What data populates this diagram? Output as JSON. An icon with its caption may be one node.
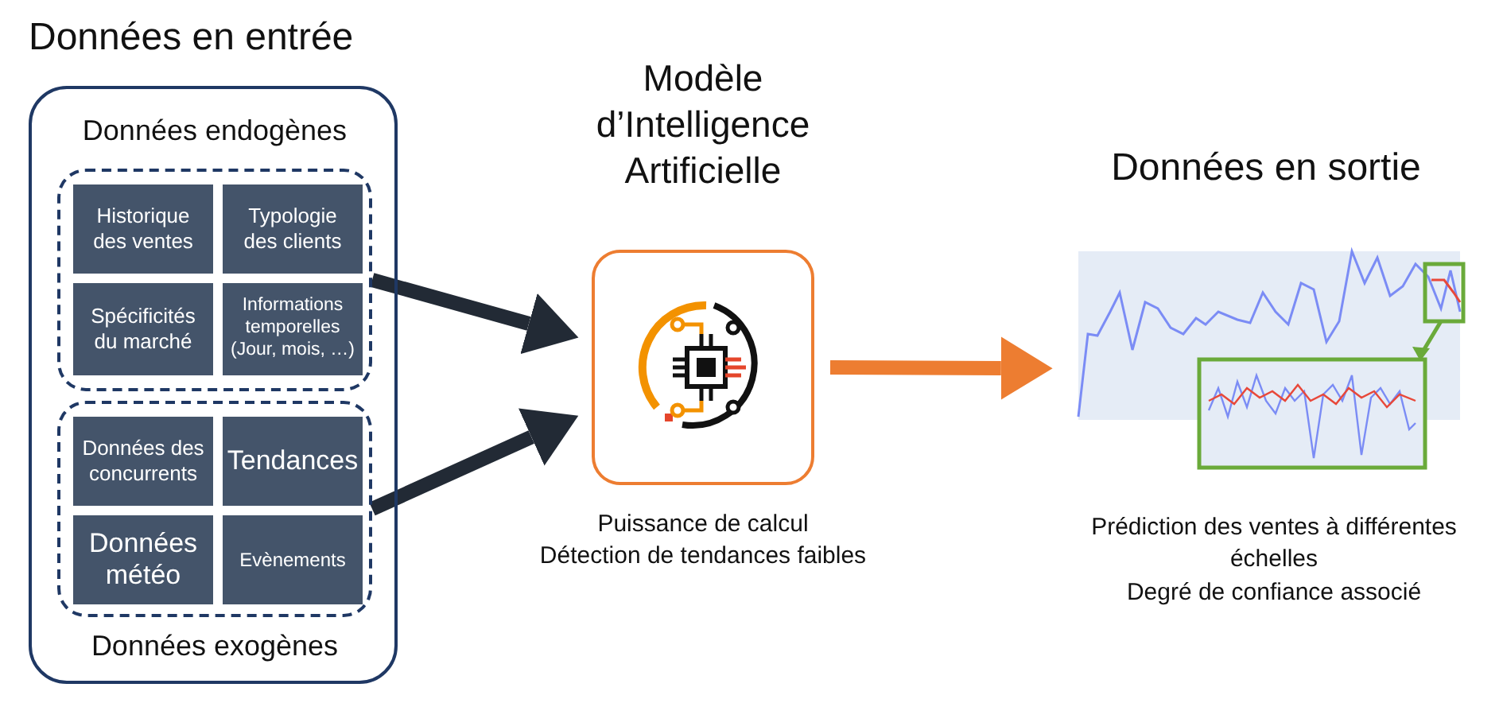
{
  "diagram": {
    "nodes": [
      {
        "text": [
          "Données en entrée"
        ]
      },
      {
        "text": [
          "Données endogènes"
        ],
        "in": 0
      },
      {
        "text": [
          "Historique des ventes"
        ],
        "in": 1
      },
      {
        "text": [
          "Typologie des clients"
        ],
        "in": 1
      },
      {
        "text": [
          "Spécificités du marché"
        ],
        "in": 1
      },
      {
        "text": [
          "Informations temporelles (Jour, mois, …)"
        ],
        "in": 1
      },
      {
        "text": [
          "Données exogènes"
        ],
        "in": 0
      },
      {
        "text": [
          "Données des concurrents"
        ],
        "in": 6
      },
      {
        "text": [
          "Tendances"
        ],
        "in": 6
      },
      {
        "text": [
          "Données météo"
        ],
        "in": 6
      },
      {
        "text": [
          "Evènements"
        ],
        "in": 6
      },
      {
        "text": [
          "Modèle d’Intelligence Artificielle"
        ],
        "beside": [
          "Puissance de calcul",
          "Détection de tendances faibles"
        ]
      },
      {
        "text": [
          "Données en sortie"
        ],
        "beside": [
          "Prédiction des ventes à différentes échelles",
          "Degré de confiance associé"
        ]
      }
    ],
    "edges": [
      {
        "from": 1,
        "to": 11,
        "arrow": "to"
      },
      {
        "from": 6,
        "to": 11,
        "arrow": "to"
      },
      {
        "from": 11,
        "to": 12,
        "arrow": "to",
        "color": "#ed7d31"
      }
    ]
  }
}
